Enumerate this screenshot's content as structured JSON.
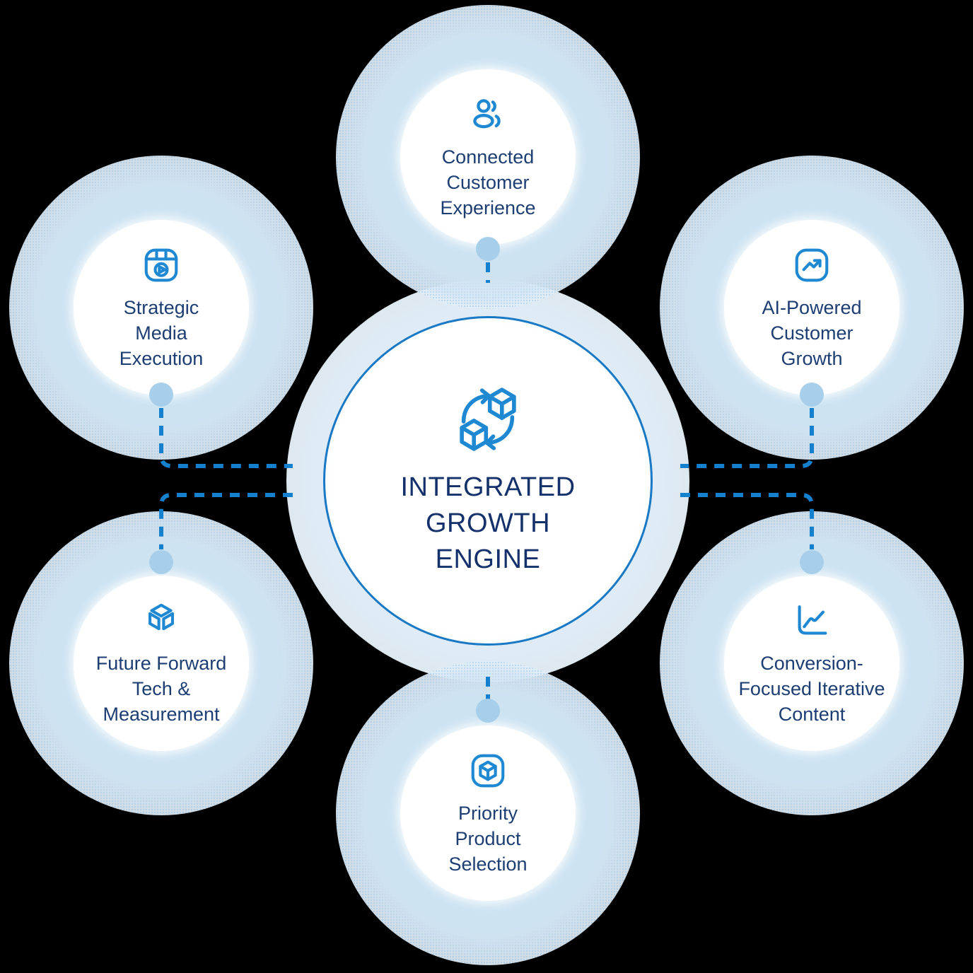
{
  "colors": {
    "background": "#000000",
    "halo_blue": "#cde3f2",
    "hub_halo_blue": "#dfecf8",
    "hub_inner_blue": "#e9f2fa",
    "ring_blue": "#1a79c4",
    "dash_blue": "#1480ce",
    "dot_blue": "#a7cfe9",
    "icon_blue": "#1e88d2",
    "label_navy": "#1d3e73",
    "hub_text_navy": "#15316b",
    "disc_white": "#ffffff"
  },
  "hub": {
    "icon": "cycle-cubes-icon",
    "title_lines": [
      "INTEGRATED",
      "GROWTH",
      "ENGINE"
    ]
  },
  "nodes": [
    {
      "id": "connected-customer-experience",
      "position": "top",
      "icon": "users-icon",
      "label_lines": [
        "Connected",
        "Customer",
        "Experience"
      ]
    },
    {
      "id": "strategic-media-execution",
      "position": "top-left",
      "icon": "media-player-icon",
      "label_lines": [
        "Strategic",
        "Media",
        "Execution"
      ]
    },
    {
      "id": "ai-powered-customer-growth",
      "position": "top-right",
      "icon": "trend-up-icon",
      "label_lines": [
        "AI-Powered",
        "Customer",
        "Growth"
      ]
    },
    {
      "id": "future-forward-tech-measurement",
      "position": "bottom-left",
      "icon": "cube-3d-icon",
      "label_lines": [
        "Future Forward",
        "Tech &",
        "Measurement"
      ]
    },
    {
      "id": "conversion-focused-iterative-content",
      "position": "bottom-right",
      "icon": "chart-line-icon",
      "label_lines": [
        "Conversion-",
        "Focused Iterative",
        "Content"
      ]
    },
    {
      "id": "priority-product-selection",
      "position": "bottom",
      "icon": "package-cube-icon",
      "label_lines": [
        "Priority",
        "Product",
        "Selection"
      ]
    }
  ]
}
